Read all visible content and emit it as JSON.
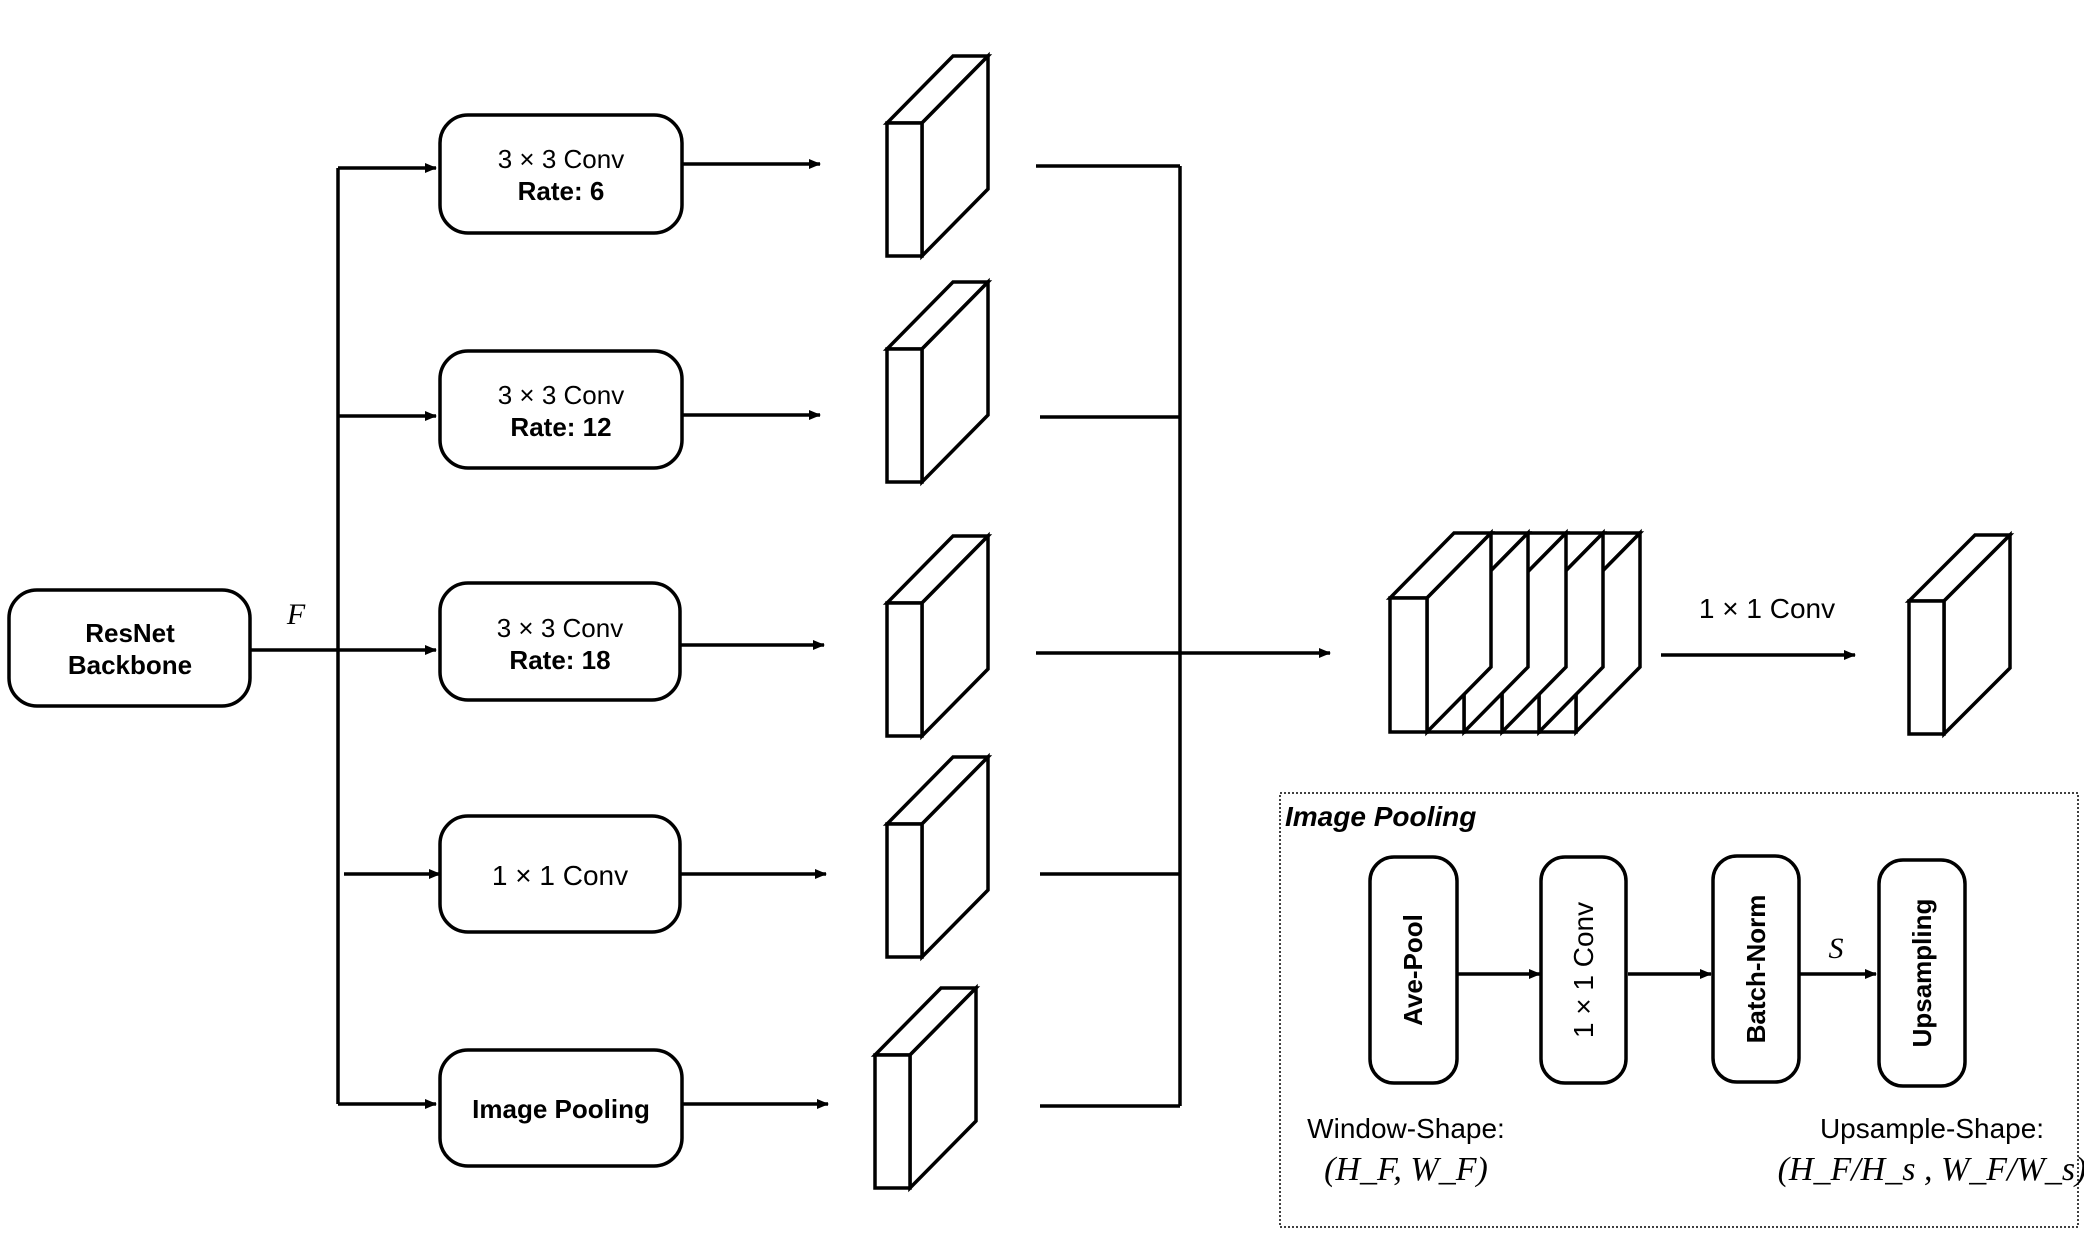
{
  "backbone": {
    "line1": "ResNet",
    "line2": "Backbone"
  },
  "feature_label": "F",
  "branches": [
    {
      "line1": "3 × 3 Conv",
      "line2": "Rate: 6"
    },
    {
      "line1": "3 × 3 Conv",
      "line2": "Rate: 12"
    },
    {
      "line1": "3 × 3 Conv",
      "line2": "Rate: 18"
    },
    {
      "line1": "1 × 1 Conv",
      "line2": ""
    },
    {
      "line1": "Image Pooling",
      "line2": ""
    }
  ],
  "fusion_label": "1 × 1 Conv",
  "image_pooling_panel": {
    "title": "Image Pooling",
    "steps": [
      "Ave-Pool",
      "1 × 1 Conv",
      "Batch-Norm",
      "Upsampling"
    ],
    "s_label": "S",
    "window_shape_label": "Window-Shape:",
    "window_shape_value": "(H_F, W_F)",
    "upsample_shape_label": "Upsample-Shape:",
    "upsample_shape_value": "(H_F/H_s , W_F/W_s)"
  }
}
